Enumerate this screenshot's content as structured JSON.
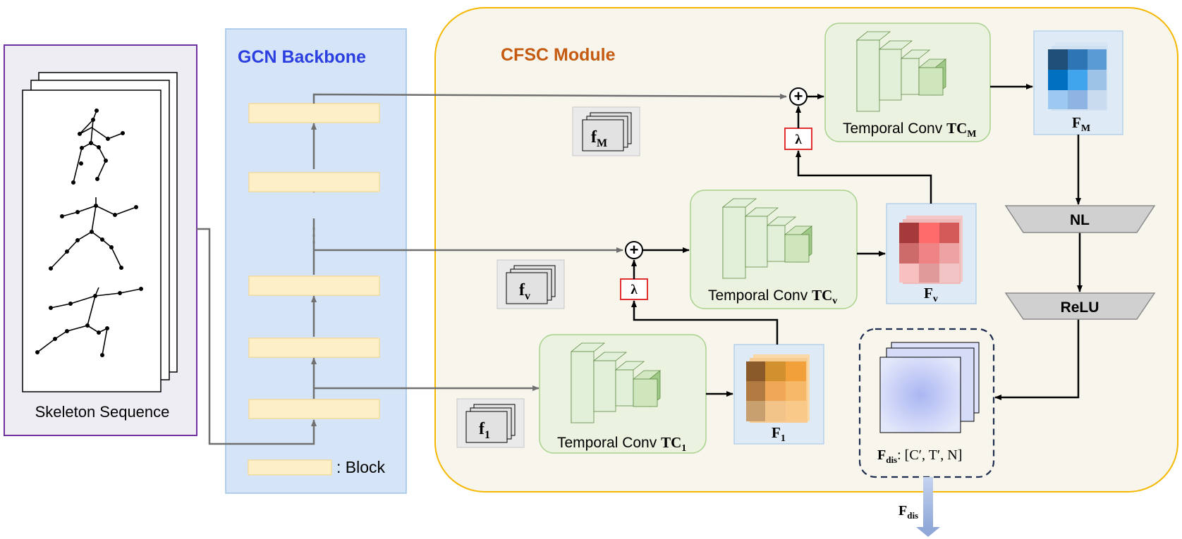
{
  "skeleton": {
    "label": "Skeleton Sequence"
  },
  "gcn": {
    "title": "GCN Backbone",
    "legend_label": ": Block",
    "ellipsis": "⋮"
  },
  "cfsc": {
    "title": "CFSC Module"
  },
  "temporal": [
    {
      "label": "Temporal Conv ",
      "sym": "TC",
      "sub": "M"
    },
    {
      "label": "Temporal Conv ",
      "sym": "TC",
      "sub": "v"
    },
    {
      "label": "Temporal Conv ",
      "sym": "TC",
      "sub": "1"
    }
  ],
  "features": {
    "fm": {
      "sym": "F",
      "sub": "M"
    },
    "fv": {
      "sym": "F",
      "sub": "v"
    },
    "f1": {
      "sym": "F",
      "sub": "1"
    }
  },
  "small_f": {
    "m": {
      "sym": "f",
      "sub": "M"
    },
    "v": {
      "sym": "f",
      "sub": "v"
    },
    "one": {
      "sym": "f",
      "sub": "1"
    }
  },
  "lambda": "λ",
  "plus": "+",
  "layers": {
    "nl": "NL",
    "relu": "ReLU"
  },
  "fdis": {
    "sym": "F",
    "sub": "dis",
    "dims": ": [C′,  T′,  N]"
  },
  "output": {
    "sym": "F",
    "sub": "dis"
  },
  "colors": {
    "gcn_title": "#2b3fe0",
    "cfsc_title": "#c55a11",
    "module_border": "#f5b800",
    "module_fill": "#f7f5ec",
    "lambda_border": "#e03030",
    "skeleton_border": "#7030a0",
    "block_fill": "#fdf0c8"
  }
}
